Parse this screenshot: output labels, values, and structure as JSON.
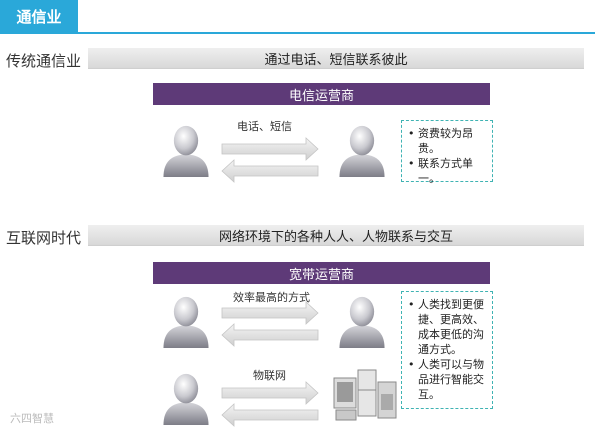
{
  "header": {
    "tag": "通信业"
  },
  "section1": {
    "label": "传统通信业",
    "bar": "通过电话、短信联系彼此",
    "operator": "电信运营商",
    "arrow_label": "电话、短信",
    "notes": [
      "资费较为昂贵。",
      "联系方式单一。"
    ]
  },
  "section2": {
    "label": "互联网时代",
    "bar": "网络环境下的各种人人、人物联系与交互",
    "operator": "宽带运营商",
    "arrow_label_1": "效率最高的方式",
    "arrow_label_2": "物联网",
    "notes": [
      "人类找到更便捷、更高效、成本更低的沟通方式。",
      "人类可以与物品进行智能交互。"
    ]
  },
  "watermark": "六四智慧",
  "colors": {
    "accent": "#2aa8d9",
    "purple": "#5e3a78",
    "dashed": "#3fb3b3"
  },
  "icons": [
    "person-icon",
    "double-arrow-icon",
    "appliances-icon"
  ]
}
